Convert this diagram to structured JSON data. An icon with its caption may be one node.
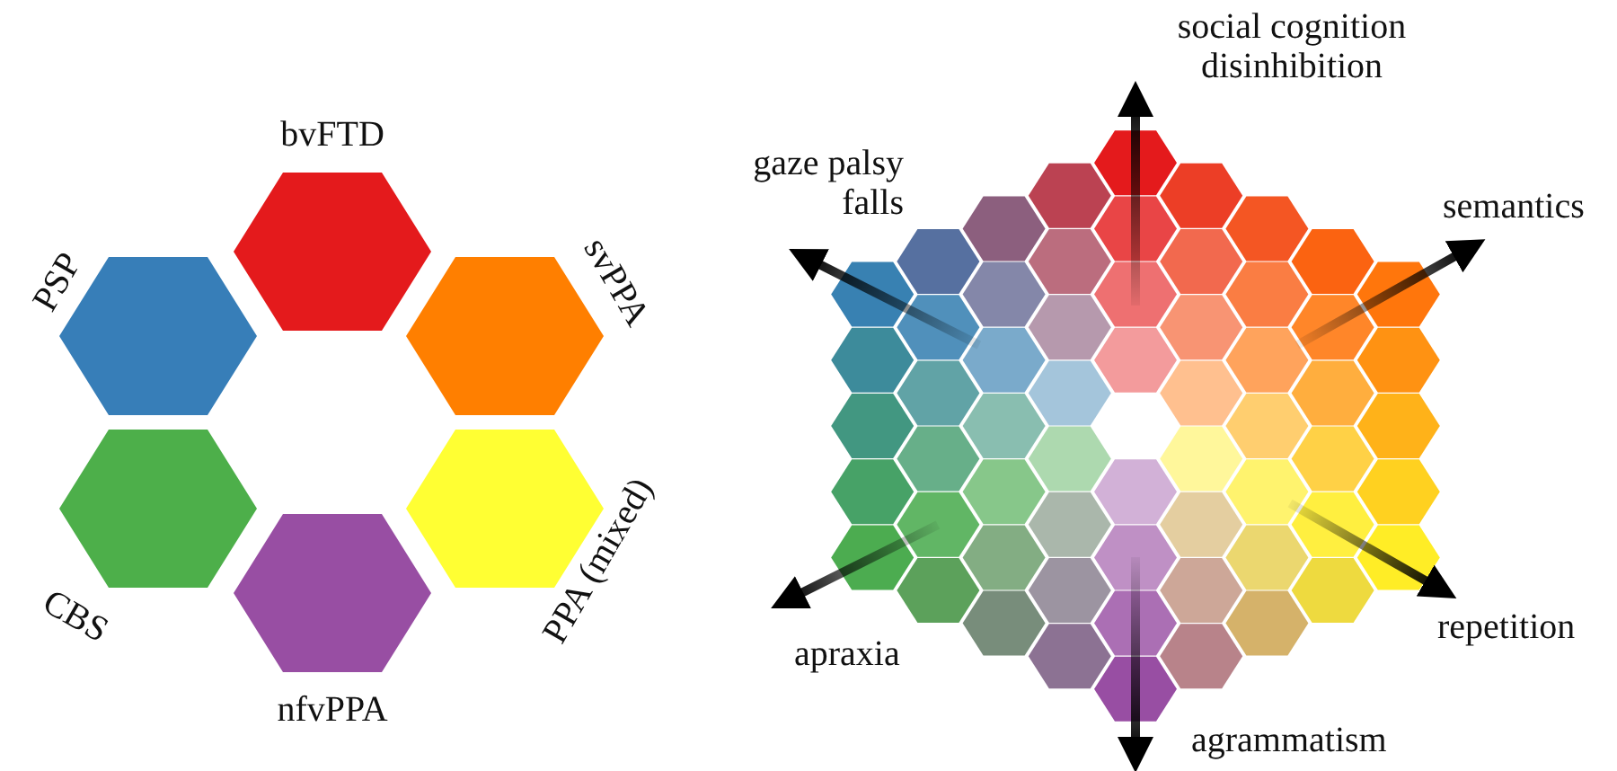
{
  "diagram": {
    "nodes": [
      {
        "text": [
          "bvFTD"
        ]
      },
      {
        "text": [
          "PSP"
        ]
      },
      {
        "text": [
          "svPPA"
        ]
      },
      {
        "text": [
          "CBS"
        ]
      },
      {
        "text": [
          "PPA (mixed)"
        ]
      },
      {
        "text": [
          "nfvPPA"
        ]
      }
    ],
    "labels": [
      "social cognition disinhibition",
      "gaze palsy falls",
      "semantics",
      "repetition",
      "apraxia",
      "agrammatism"
    ]
  }
}
